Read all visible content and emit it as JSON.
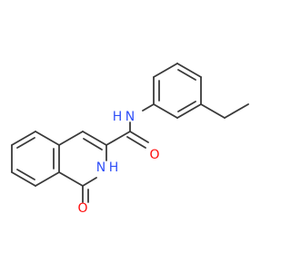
{
  "molecule": {
    "atoms": {
      "N_amide": {
        "symbol": "N",
        "hydrogen": "H",
        "color": "#3050f8"
      },
      "O_amide": {
        "symbol": "O",
        "color": "#ff0d0d"
      },
      "N_ring": {
        "symbol": "N",
        "hydrogen": "H",
        "color": "#3050f8"
      },
      "O_ring": {
        "symbol": "O",
        "color": "#ff0d0d"
      }
    },
    "bond_color": "#3a3a3a",
    "background": "#ffffff"
  }
}
